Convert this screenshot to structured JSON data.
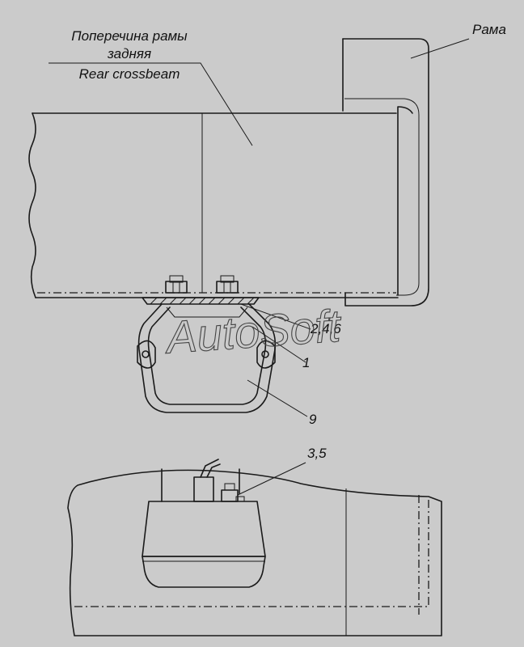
{
  "labels": {
    "crossbeam_ru_line1": "Поперечина рамы",
    "crossbeam_ru_line2": "задняя",
    "crossbeam_en": "Rear crossbeam",
    "frame_ru": "Рама",
    "callout_246": "2,4,6",
    "callout_1": "1",
    "callout_9": "9",
    "callout_35": "3,5"
  },
  "watermark": "AutoSoft",
  "colors": {
    "background": "#cbcbcb",
    "line": "#1a1a1a"
  }
}
